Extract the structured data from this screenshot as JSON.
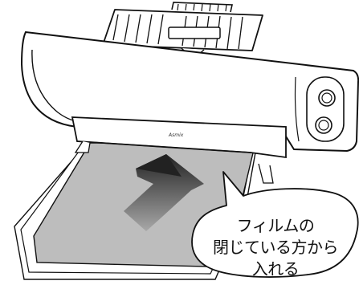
{
  "device": {
    "brand": "Asmix"
  },
  "callout": {
    "line1": "フィルムの",
    "line2": "閉じている方から",
    "line3": "入れる"
  },
  "colors": {
    "outline": "#111111",
    "film_gray": "#bdbdbd",
    "arrow_dark": "#2a2a2a",
    "arrow_light": "#9a9a9a"
  }
}
